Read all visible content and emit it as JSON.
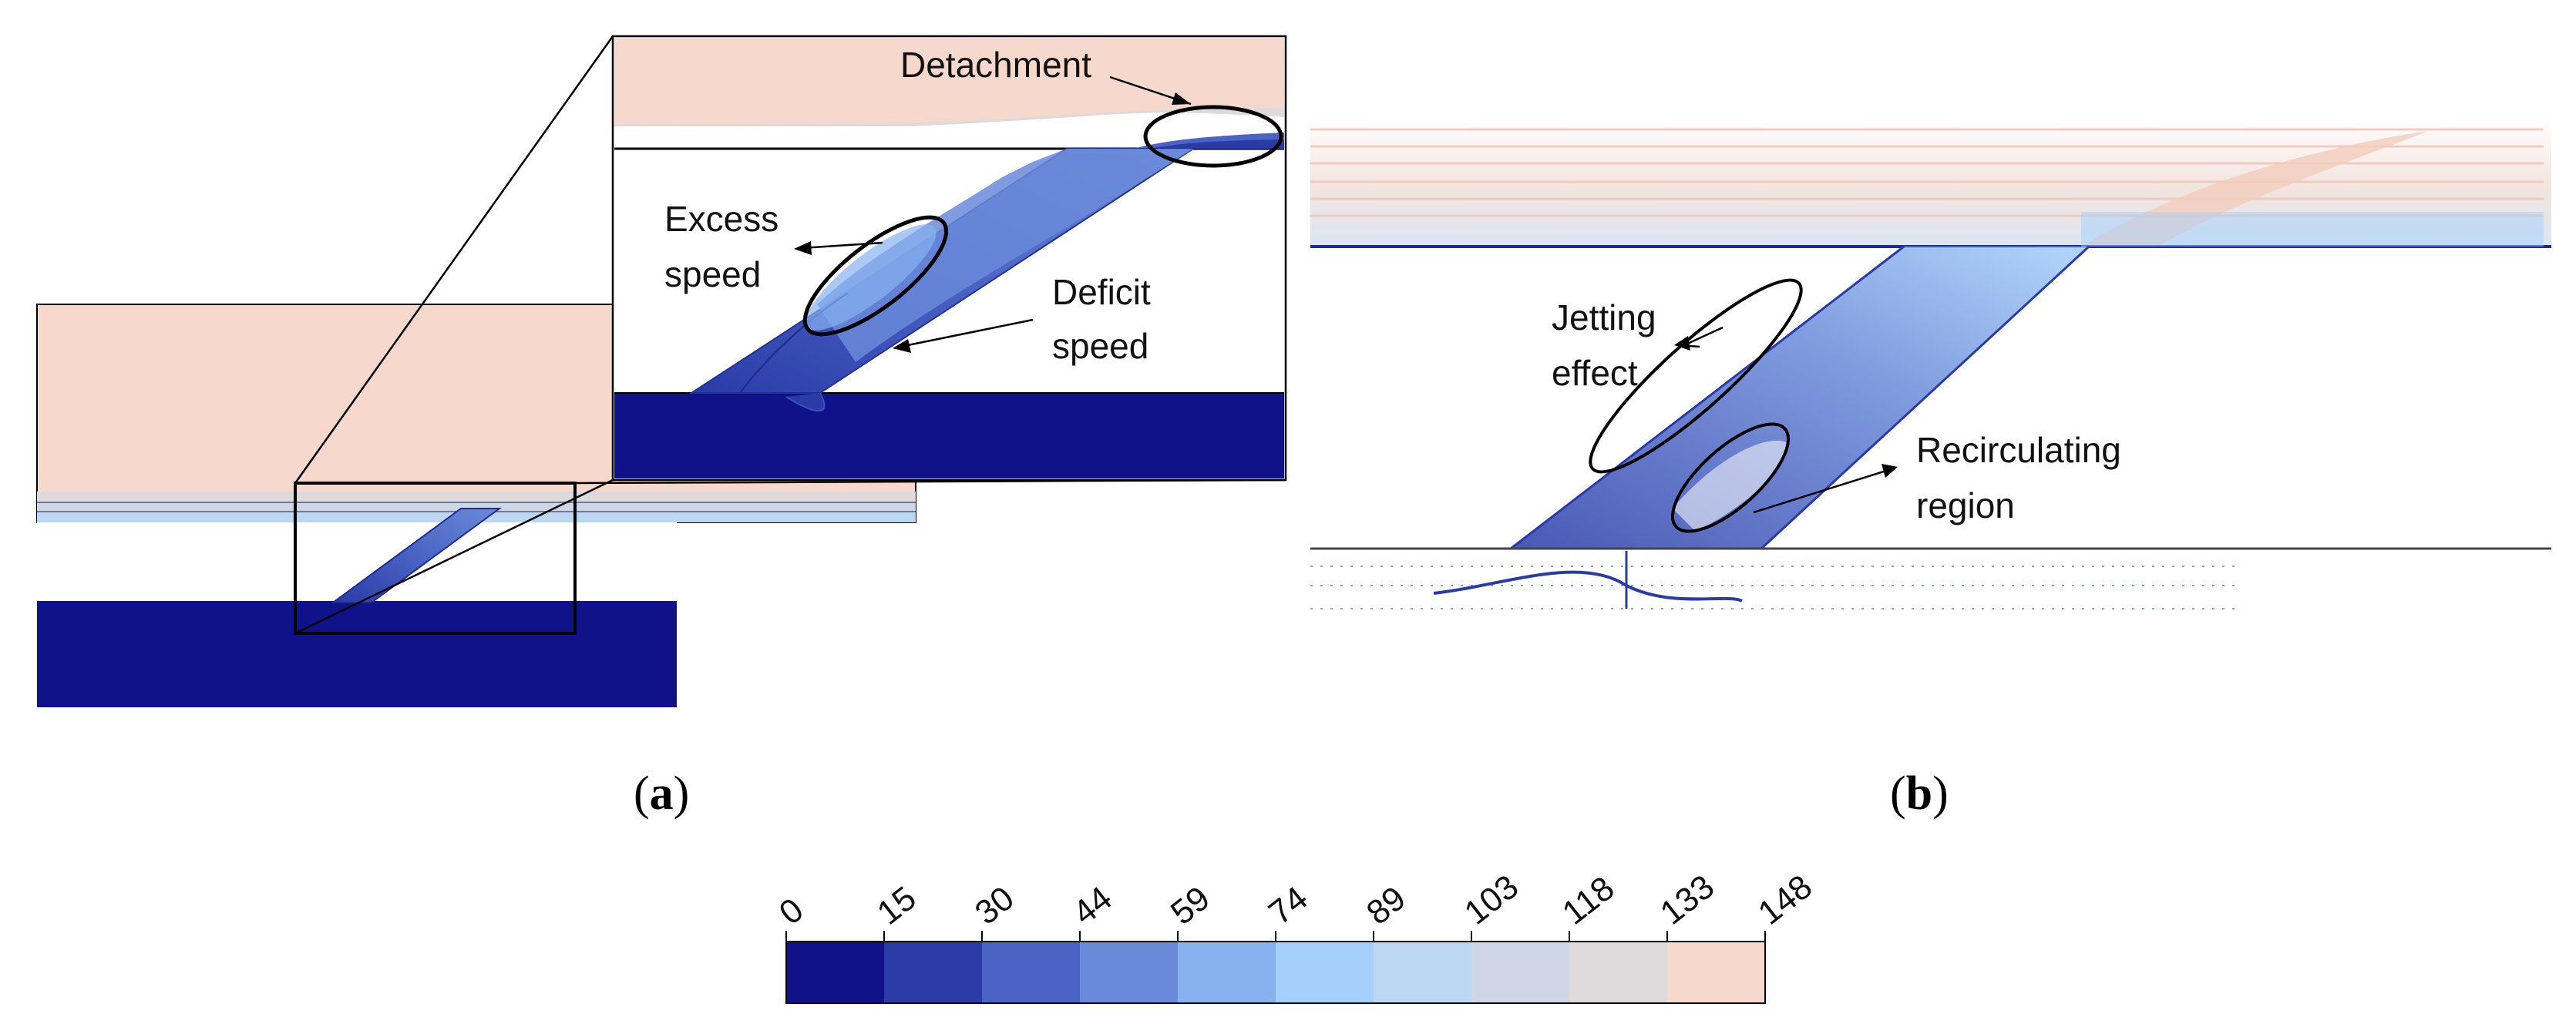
{
  "panels": {
    "a": {
      "label_open": "(",
      "label_letter": "a",
      "label_close": ")",
      "annotations": {
        "detachment": "Detachment",
        "excess_line1": "Excess",
        "excess_line2": "speed",
        "deficit_line1": "Deficit",
        "deficit_line2": "speed"
      }
    },
    "b": {
      "label_open": "(",
      "label_letter": "b",
      "label_close": ")",
      "annotations": {
        "jetting_line1": "Jetting",
        "jetting_line2": "effect",
        "recirc_line1": "Recirculating",
        "recirc_line2": "region"
      }
    }
  },
  "colorbar": {
    "ticks": [
      "0",
      "15",
      "30",
      "44",
      "59",
      "74",
      "89",
      "103",
      "118",
      "133",
      "148"
    ],
    "colors": [
      "#10128a",
      "#2a3ba8",
      "#4a63c4",
      "#6a8ad9",
      "#88b2ef",
      "#a5d0fb",
      "#bcd7f2",
      "#cfd6e6",
      "#dedadb",
      "#f6d9cc"
    ]
  },
  "colors": {
    "low": "#10128a",
    "high": "#f6d9cc",
    "line": "#000000"
  }
}
